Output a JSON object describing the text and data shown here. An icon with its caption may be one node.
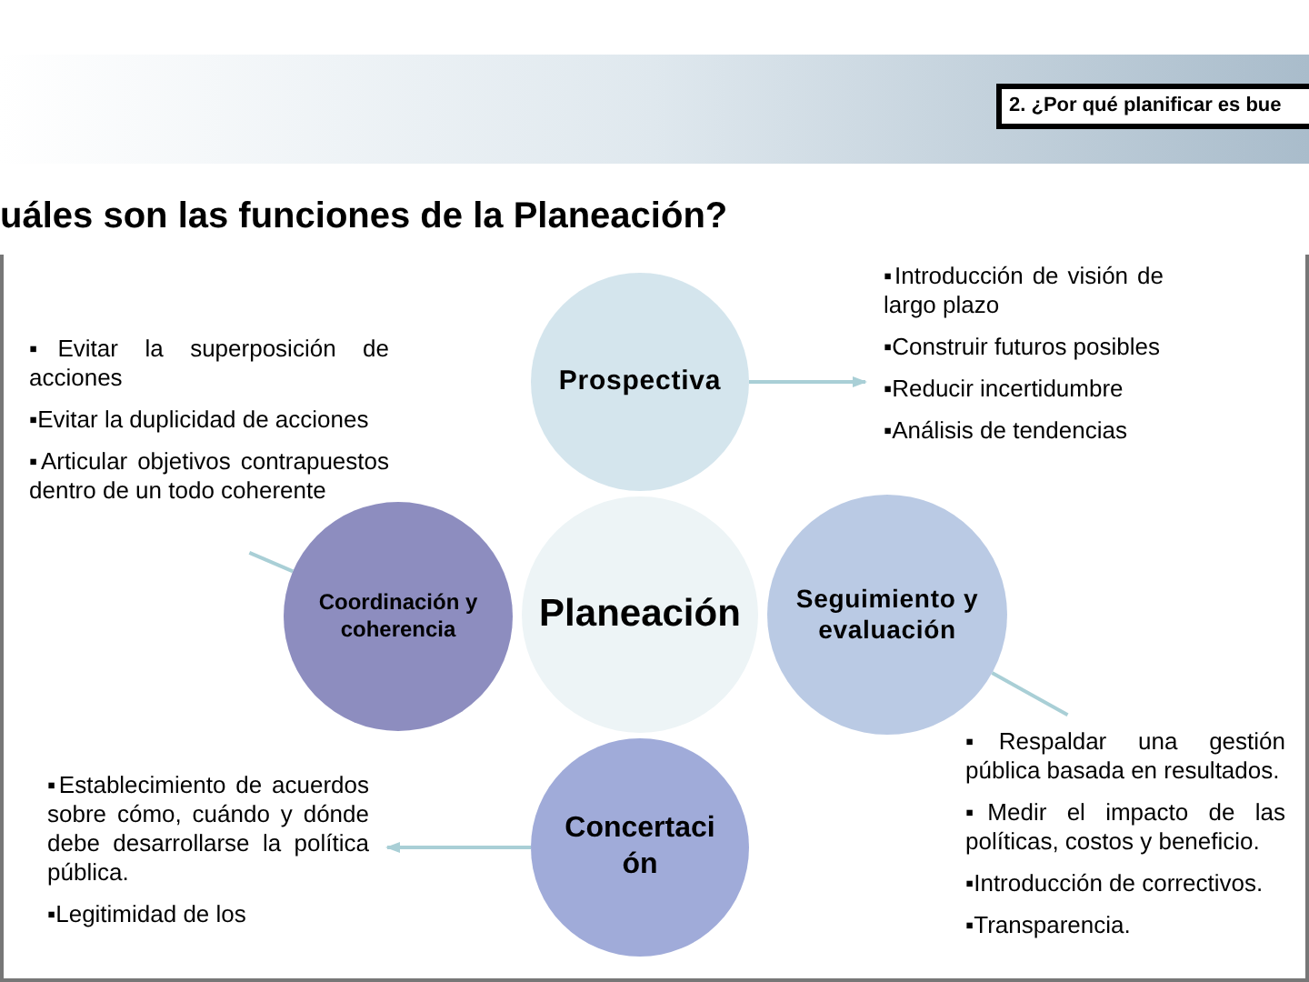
{
  "diagram": {
    "title": "uáles son las funciones de la Planeación?",
    "nodes": [
      {
        "text": [
          "2. ¿Por qué planificar es bue"
        ]
      },
      {
        "text": [
          "▪Evitar la superposición de acciones",
          "▪Evitar la duplicidad de acciones",
          "▪Articular objetivos contrapuestos dentro de un todo coherente"
        ]
      },
      {
        "text": [
          "Prospectiva"
        ]
      },
      {
        "text": [
          "▪Introducción de visión de largo plazo",
          "▪Construir futuros posibles",
          "▪Reducir incertidumbre",
          "▪Análisis de tendencias"
        ]
      },
      {
        "text": [
          "Coordinación y coherencia"
        ]
      },
      {
        "text": [
          "Planeación"
        ]
      },
      {
        "text": [
          "Seguimiento y evaluación"
        ]
      },
      {
        "text": [
          "▪Establecimiento de acuerdos sobre cómo, cuándo y dónde debe desarrollarse la política pública.",
          "▪Legitimidad de los"
        ]
      },
      {
        "text": [
          "Concertaci ón"
        ]
      },
      {
        "text": [
          "▪Respaldar una gestión pública basada en resultados.",
          "▪Medir el impacto de las políticas, costos y beneficio.",
          "▪Introducción de correctivos.",
          "▪Transparencia."
        ]
      }
    ],
    "edges": [
      {
        "from": 2,
        "to": 3,
        "arrow": "to"
      },
      {
        "from": 4,
        "to": 1,
        "arrow": "none"
      },
      {
        "from": 8,
        "to": 7,
        "arrow": "to"
      },
      {
        "from": 6,
        "to": 9,
        "arrow": "none"
      }
    ]
  }
}
